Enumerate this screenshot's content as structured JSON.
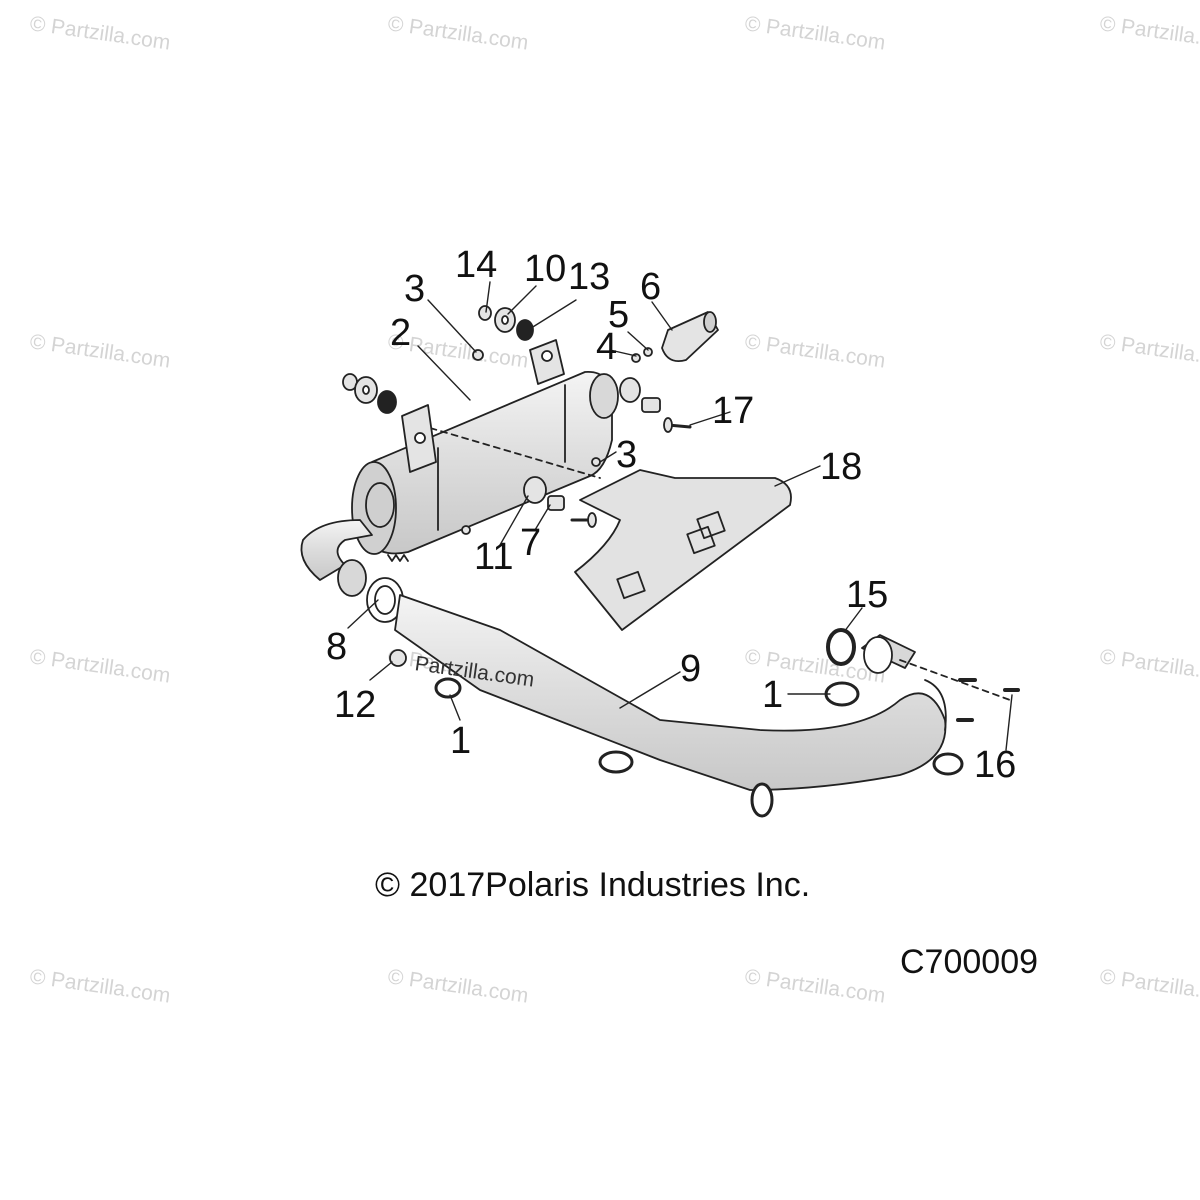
{
  "watermark": {
    "text": "© Partzilla.com",
    "inline_text": "Partzilla.com"
  },
  "callouts": [
    {
      "id": "c1a",
      "label": "1"
    },
    {
      "id": "c1b",
      "label": "1"
    },
    {
      "id": "c2",
      "label": "2"
    },
    {
      "id": "c3a",
      "label": "3"
    },
    {
      "id": "c3b",
      "label": "3"
    },
    {
      "id": "c4",
      "label": "4"
    },
    {
      "id": "c5",
      "label": "5"
    },
    {
      "id": "c6",
      "label": "6"
    },
    {
      "id": "c7",
      "label": "7"
    },
    {
      "id": "c8",
      "label": "8"
    },
    {
      "id": "c9",
      "label": "9"
    },
    {
      "id": "c10",
      "label": "10"
    },
    {
      "id": "c11",
      "label": "11"
    },
    {
      "id": "c12",
      "label": "12"
    },
    {
      "id": "c13",
      "label": "13"
    },
    {
      "id": "c14",
      "label": "14"
    },
    {
      "id": "c15",
      "label": "15"
    },
    {
      "id": "c16",
      "label": "16"
    },
    {
      "id": "c17",
      "label": "17"
    },
    {
      "id": "c18",
      "label": "18"
    }
  ],
  "copyright": "© 2017Polaris Industries Inc.",
  "diagram_code": "C700009",
  "colors": {
    "line": "#222222",
    "part_fill": "#e4e4e4",
    "watermark": "#d4d4d4"
  }
}
